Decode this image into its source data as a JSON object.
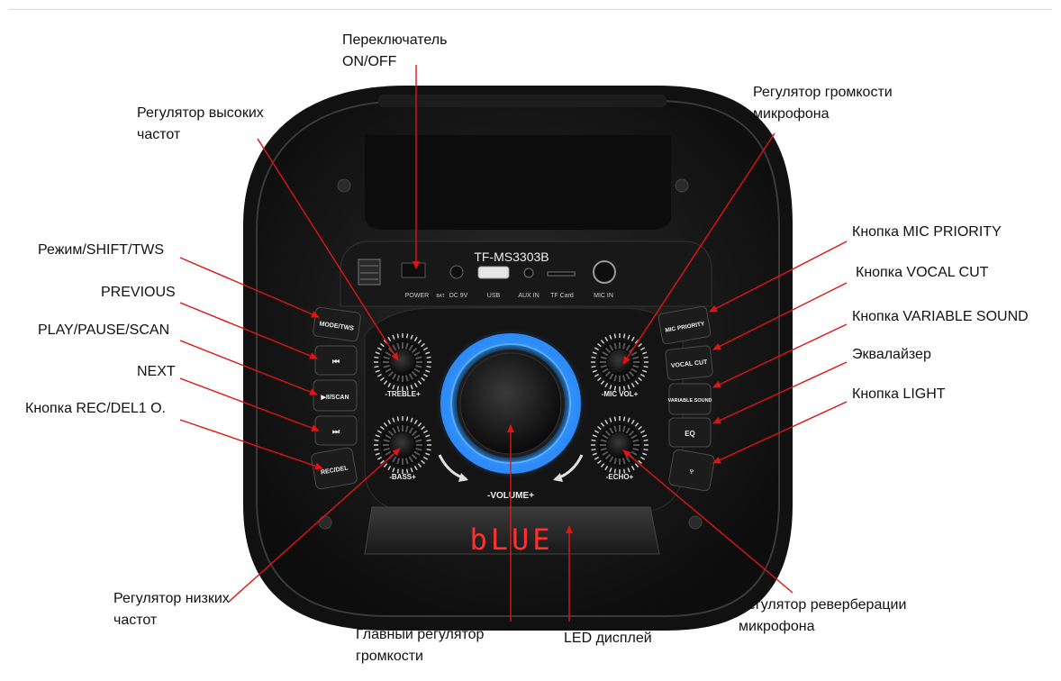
{
  "device": {
    "model": "TF-MS3303B",
    "display_text": "bLUE",
    "ports": [
      "POWER",
      "BAT",
      "DC 9V",
      "USB",
      "AUX IN",
      "TF Card",
      "MIC IN"
    ],
    "knobs": {
      "treble": "-TREBLE+",
      "bass": "-BASS+",
      "mic_vol": "-MIC VOL+",
      "echo": "-ECHO+",
      "volume": "-VOLUME+"
    },
    "left_buttons": [
      "MODE/TWS",
      "⏮",
      "▶II/SCAN",
      "⏭",
      "REC/DEL"
    ],
    "right_buttons": [
      "MIC PRIORITY",
      "VOCAL CUT",
      "VARIABLE SOUND",
      "EQ",
      "♆"
    ],
    "colors": {
      "ring": "#1f8fff",
      "display": "#ff3030",
      "body": "#1b1b1b",
      "arrow": "#e01414"
    }
  },
  "labels": {
    "power_switch": [
      "Переключатель",
      "ON/OFF"
    ],
    "treble": [
      "Регулятор высоких",
      "частот"
    ],
    "mic_volume": [
      "Регулятор громкости",
      "микрофона"
    ],
    "mode": [
      "Режим/SHIFT/TWS"
    ],
    "previous": [
      "PREVIOUS"
    ],
    "play_pause": [
      "PLAY/PAUSE/SCAN"
    ],
    "next": [
      "NEXT"
    ],
    "rec_del": [
      "Кнопка REC/DEL1 O."
    ],
    "mic_priority": [
      "Кнопка MIC PRIORITY"
    ],
    "vocal_cut": [
      "Кнопка VOCAL CUT"
    ],
    "variable_sound": [
      "Кнопка VARIABLE SOUND"
    ],
    "equalizer": [
      "Эквалайзер"
    ],
    "light": [
      "Кнопка LIGHT"
    ],
    "bass": [
      "Регулятор низких",
      "частот"
    ],
    "main_volume": [
      "Главный регулятор",
      "громкости"
    ],
    "led_display": [
      "LED дисплей"
    ],
    "echo": [
      "Регулятор реверберации",
      "микрофона"
    ]
  }
}
